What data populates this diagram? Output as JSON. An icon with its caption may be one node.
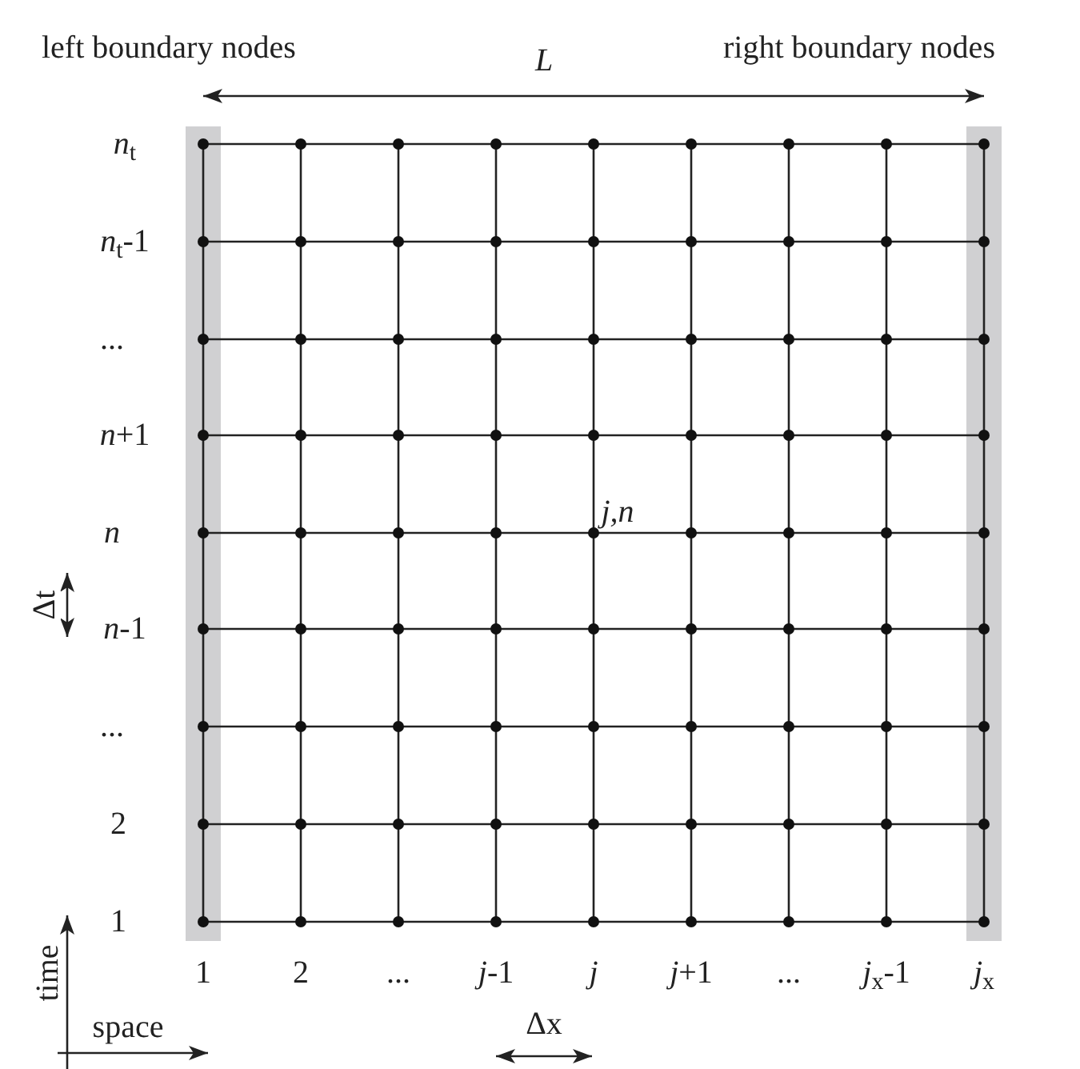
{
  "diagram": {
    "nodes": [
      {
        "text": [
          "left boundary nodes"
        ]
      },
      {
        "text": [
          "right boundary nodes"
        ]
      }
    ],
    "labels": [
      "L",
      "*n*$_{t}$",
      "*n*$_{t}$-1",
      "...",
      "*n*+1",
      "n",
      "*n*-1",
      "...",
      "2",
      "1",
      "j,n",
      "Δt",
      "1",
      "2",
      "...",
      "*j*-1",
      "j",
      "*j*+1",
      "...",
      "*j*$_{x}$-1",
      "*j*$_{x}$",
      "time",
      "space",
      "Δx"
    ]
  }
}
